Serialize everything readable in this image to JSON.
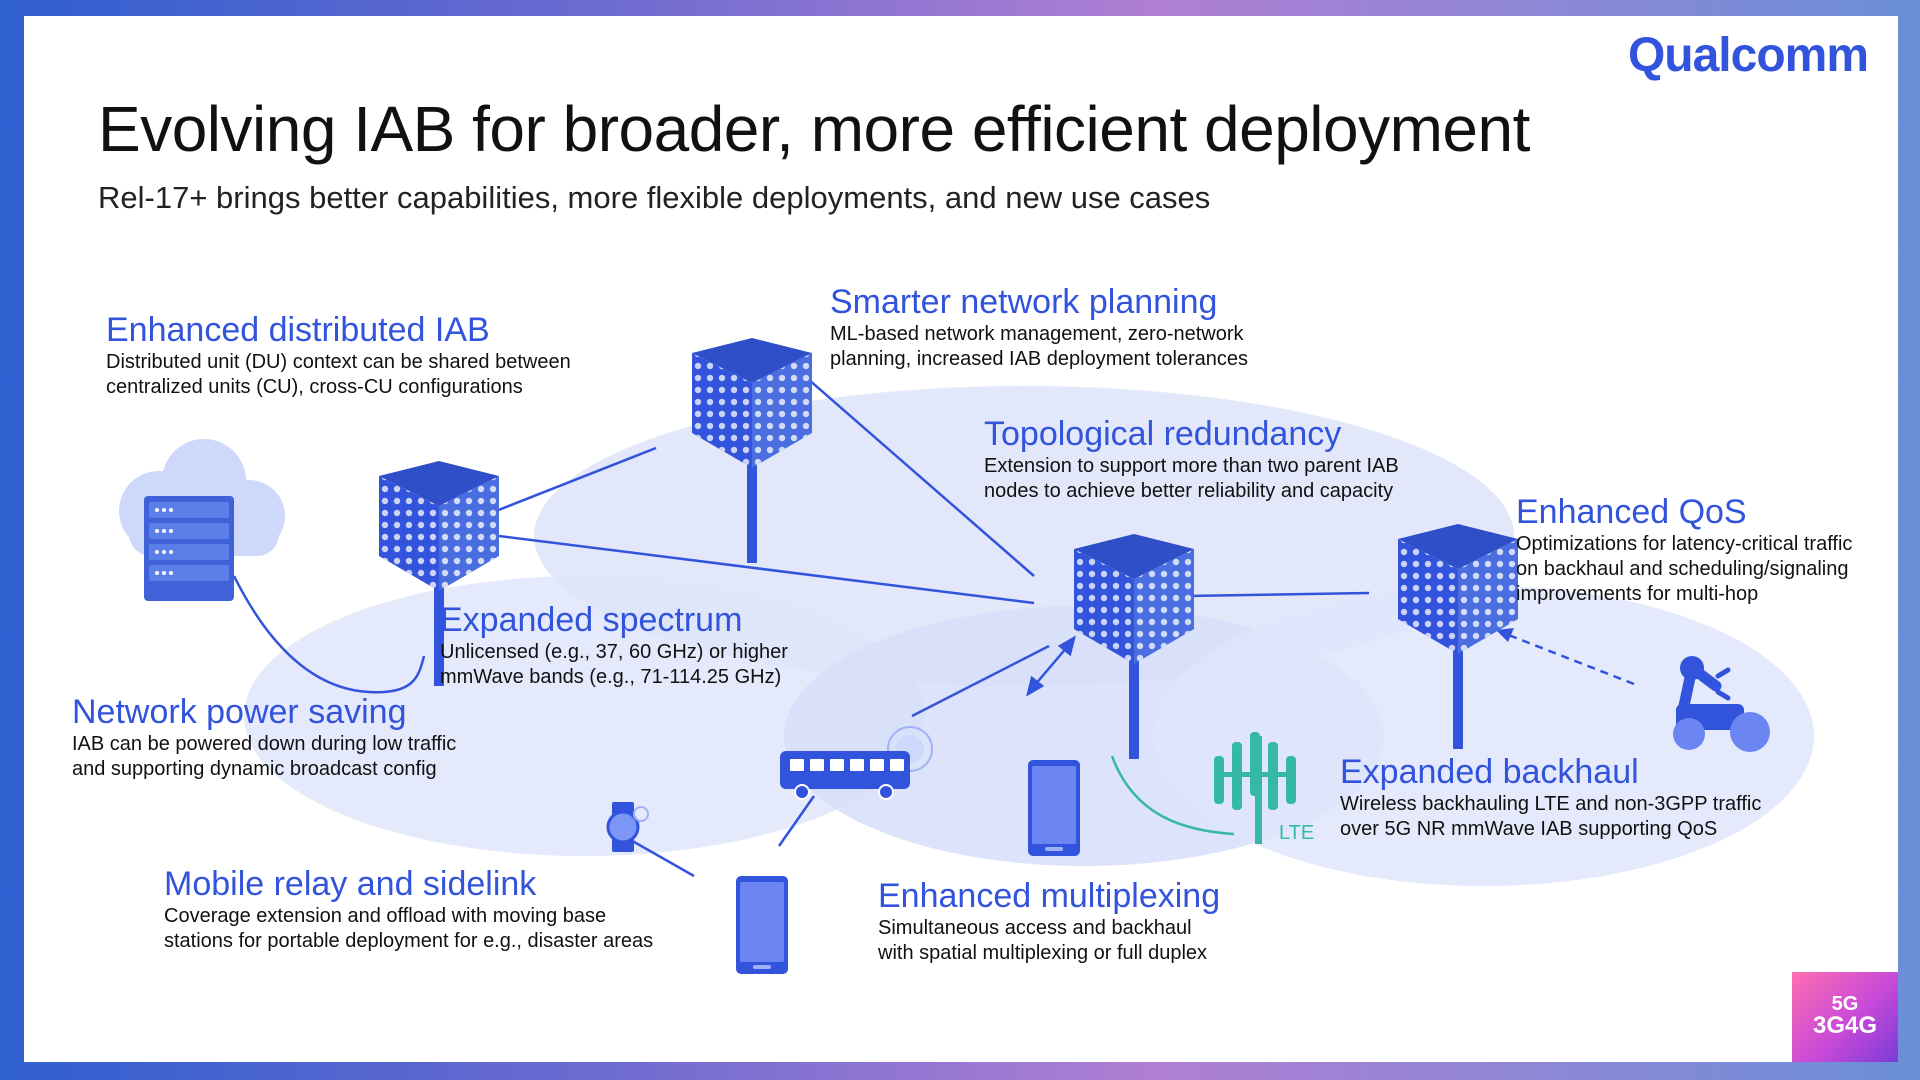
{
  "header": {
    "logo": "Qualcomm",
    "title": "Evolving IAB for broader, more efficient deployment",
    "subtitle": "Rel-17+ brings better capabilities, more flexible deployments, and new use cases"
  },
  "features": {
    "distributed_iab": {
      "title": "Enhanced distributed IAB",
      "line1": "Distributed unit (DU) context can be shared between",
      "line2": "centralized units (CU), cross-CU configurations"
    },
    "network_planning": {
      "title": "Smarter network planning",
      "line1": "ML-based network management, zero-network",
      "line2": "planning, increased IAB deployment tolerances"
    },
    "topological_redundancy": {
      "title": "Topological redundancy",
      "line1": "Extension to support more than two parent IAB",
      "line2": "nodes to achieve better reliability and capacity"
    },
    "enhanced_qos": {
      "title": "Enhanced QoS",
      "line1": "Optimizations for latency-critical traffic",
      "line2": "on backhaul and scheduling/signaling",
      "line3": "improvements for multi-hop"
    },
    "expanded_spectrum": {
      "title": "Expanded spectrum",
      "line1": "Unlicensed (e.g., 37, 60 GHz) or higher",
      "line2": "mmWave bands (e.g., 71-114.25 GHz)"
    },
    "power_saving": {
      "title": "Network power saving",
      "line1": "IAB can be powered down during low traffic",
      "line2": "and supporting dynamic broadcast config"
    },
    "expanded_backhaul": {
      "title": "Expanded backhaul",
      "line1": "Wireless backhauling LTE and non-3GPP traffic",
      "line2": "over 5G NR mmWave IAB supporting QoS"
    },
    "mobile_relay": {
      "title": "Mobile relay and sidelink",
      "line1": "Coverage extension and offload with moving base",
      "line2": "stations for portable deployment for e.g., disaster areas"
    },
    "multiplexing": {
      "title": "Enhanced multiplexing",
      "line1": "Simultaneous access and backhaul",
      "line2": "with spatial multiplexing or full duplex"
    }
  },
  "diagram": {
    "lte_label": "LTE"
  },
  "watermark": {
    "line1": "5G",
    "line2": "3G4G"
  },
  "colors": {
    "accent_blue": "#3253dc",
    "node_blue": "#3f62d8",
    "coverage_fill": "#e4e9fb",
    "lte_teal": "#35b8a8",
    "device_blue": "#6b86f2"
  }
}
